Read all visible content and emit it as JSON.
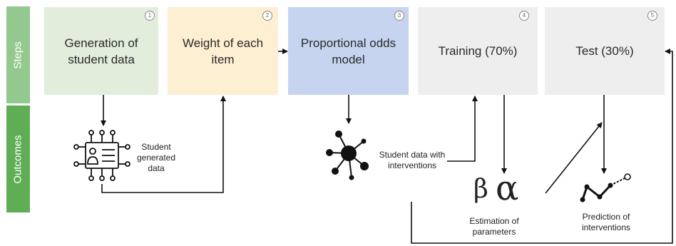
{
  "sidebar": {
    "steps": "Steps",
    "outcomes": "Outcomes"
  },
  "steps": [
    {
      "number": "1",
      "label": "Generation of student data"
    },
    {
      "number": "2",
      "label": "Weight of each item"
    },
    {
      "number": "3",
      "label": "Proportional odds model"
    },
    {
      "number": "4",
      "label": "Training (70%)"
    },
    {
      "number": "5",
      "label": "Test (30%)"
    }
  ],
  "outcomes": {
    "student_generated": "Student generated data",
    "student_interventions": "Student data with interventions",
    "estimation": "Estimation of parameters",
    "prediction": "Prediction of interventions",
    "beta": "β",
    "alpha": "α"
  },
  "colors": {
    "steps_tab": "#93c98e",
    "outcomes_tab": "#5fae56",
    "box1": "#e2eddc",
    "box2": "#fdefd1",
    "box3": "#c6d4ef",
    "box4": "#eeeeee",
    "box5": "#eeeeee"
  },
  "icons": [
    "student-data-icon",
    "network-icon",
    "prediction-line-icon"
  ]
}
